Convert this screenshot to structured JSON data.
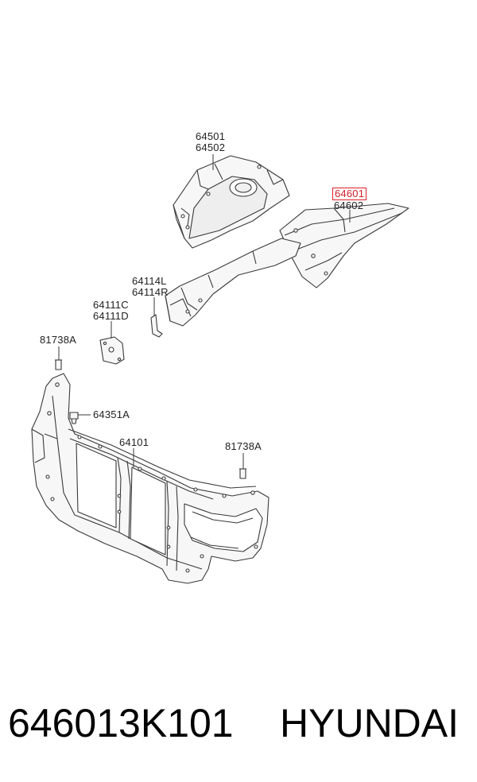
{
  "labels": {
    "l64501": "64501",
    "l64502": "64502",
    "l64601": "64601",
    "l64602": "64602",
    "l64114L": "64114L",
    "l64114R": "64114R",
    "l64111C": "64111C",
    "l64111D": "64111D",
    "l81738A_left": "81738A",
    "l64351A": "64351A",
    "l64101": "64101",
    "l81738A_right": "81738A"
  },
  "caption": {
    "part_number": "646013K101",
    "brand": "HYUNDAI"
  },
  "colors": {
    "highlight": "#e0202a",
    "line": "#3a3a3a",
    "fill": "#f7f7f7"
  }
}
